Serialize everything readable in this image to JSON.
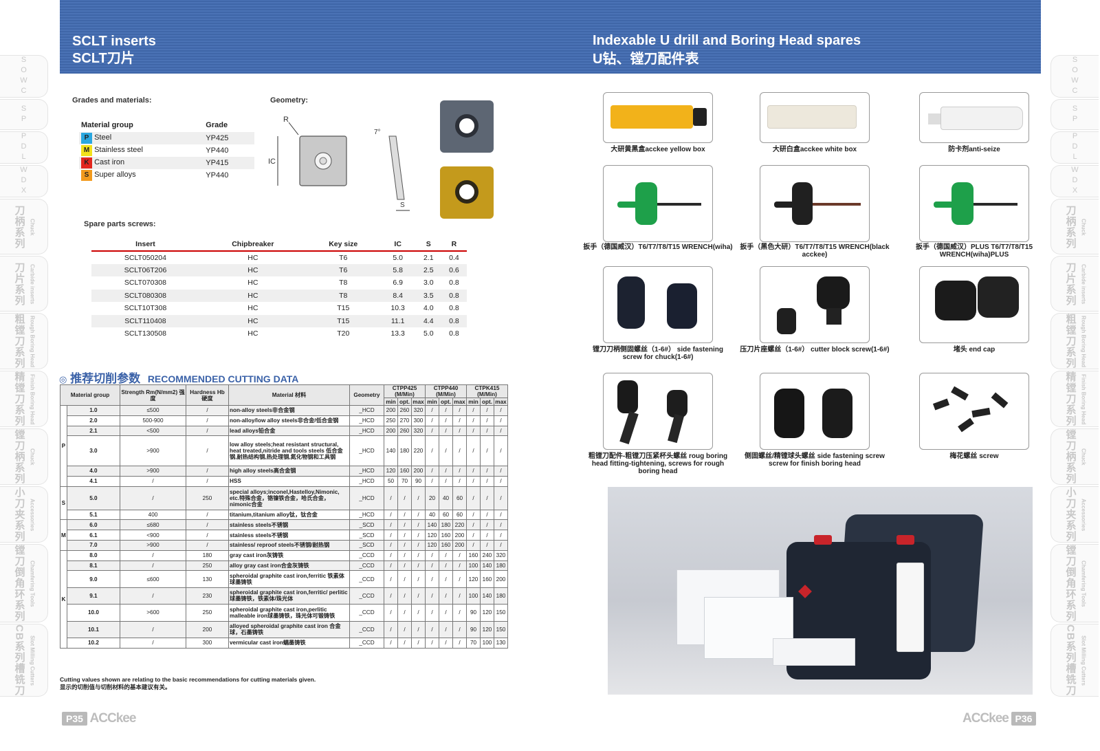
{
  "header": {
    "left_title_en": "SCLT inserts",
    "left_title_zh": "SCLT刀片",
    "right_title_en": "Indexable U drill and Boring Head spares",
    "right_title_zh": "U钻、镗刀配件表"
  },
  "sidetabs": [
    {
      "zh": "",
      "en": "",
      "lat": "SOWC"
    },
    {
      "zh": "",
      "en": "",
      "lat": "SP"
    },
    {
      "zh": "",
      "en": "",
      "lat": "PDL"
    },
    {
      "zh": "",
      "en": "",
      "lat": "WDX"
    },
    {
      "zh": "刀柄系列",
      "en": "Chuck",
      "lat": ""
    },
    {
      "zh": "刀片系列",
      "en": "Carbide inserts",
      "lat": ""
    },
    {
      "zh": "粗镗刀系列",
      "en": "Rough Boring Head",
      "lat": ""
    },
    {
      "zh": "精镗刀系列",
      "en": "Finish Boring Head",
      "lat": ""
    },
    {
      "zh": "镗刀柄系列",
      "en": "Chuck",
      "lat": ""
    },
    {
      "zh": "小刀夹系列",
      "en": "Accessories",
      "lat": ""
    },
    {
      "zh": "镗刀倒角环系列",
      "en": "Chamfering Tools",
      "lat": ""
    },
    {
      "zh": "CB系列槽铣刀",
      "en": "Slot Milling Cutters",
      "lat": ""
    }
  ],
  "grades": {
    "title": "Grades and materials:",
    "col_material": "Material group",
    "col_grade": "Grade",
    "rows": [
      {
        "code": "P",
        "name": "Steel",
        "grade": "YP425",
        "color": "#2aa7e0"
      },
      {
        "code": "M",
        "name": "Stainless steel",
        "grade": "YP440",
        "color": "#f2e11b"
      },
      {
        "code": "K",
        "name": "Cast iron",
        "grade": "YP415",
        "color": "#e2261e"
      },
      {
        "code": "S",
        "name": "Super alloys",
        "grade": "YP440",
        "color": "#f29a1e"
      }
    ]
  },
  "geometry": {
    "title": "Geometry:",
    "r": "R",
    "ic": "IC",
    "angle": "7°",
    "s": "S"
  },
  "screws": {
    "title": "Spare parts screws:",
    "headers": [
      "Insert",
      "Chipbreaker",
      "Key size",
      "IC",
      "S",
      "R"
    ],
    "rows": [
      [
        "SCLT050204",
        "HC",
        "T6",
        "5.0",
        "2.1",
        "0.4"
      ],
      [
        "SCLT06T206",
        "HC",
        "T6",
        "5.8",
        "2.5",
        "0.6"
      ],
      [
        "SCLT070308",
        "HC",
        "T8",
        "6.9",
        "3.0",
        "0.8"
      ],
      [
        "SCLT080308",
        "HC",
        "T8",
        "8.4",
        "3.5",
        "0.8"
      ],
      [
        "SCLT10T308",
        "HC",
        "T15",
        "10.3",
        "4.0",
        "0.8"
      ],
      [
        "SCLT110408",
        "HC",
        "T15",
        "11.1",
        "4.4",
        "0.8"
      ],
      [
        "SCLT130508",
        "HC",
        "T20",
        "13.3",
        "5.0",
        "0.8"
      ]
    ]
  },
  "cutting": {
    "title_zh": "推荐切削参数",
    "title_en": "RECOMMENDED CUTTING DATA",
    "h_group": "Material group",
    "h_strength": "Strength Rm(N/mm2) 强度",
    "h_hardness": "Hardness Hb 硬度",
    "h_material": "Material 材料",
    "h_geometry": "Geometry",
    "h_g1": "CTPP425 (M/Min)",
    "h_g2": "CTPP440 (M/Min)",
    "h_g3": "CTPK415 (M/Min)",
    "h_min": "min",
    "h_opt": "opt.",
    "h_max": "max",
    "groups": [
      {
        "code": "P",
        "rows": [
          {
            "no": "1.0",
            "str": "≤500",
            "hb": "/",
            "mat": "non-alloy steels非合金钢",
            "geo": "_HCD",
            "v": [
              "200",
              "260",
              "320",
              "/",
              "/",
              "/",
              "/",
              "/",
              "/"
            ]
          },
          {
            "no": "2.0",
            "str": "500-900",
            "hb": "/",
            "mat": "non-alloy/low alloy steels非合金/低合金钢",
            "geo": "_HCD",
            "v": [
              "250",
              "270",
              "300",
              "/",
              "/",
              "/",
              "/",
              "/",
              "/"
            ]
          },
          {
            "no": "2.1",
            "str": "<500",
            "hb": "/",
            "mat": "lead alloys铅合金",
            "geo": "_HCD",
            "v": [
              "200",
              "260",
              "320",
              "/",
              "/",
              "/",
              "/",
              "/",
              "/"
            ]
          },
          {
            "no": "3.0",
            "str": ">900",
            "hb": "/",
            "mat": "low alloy steels;heat resistant structural, heat treated,nitride and tools steels 低合金钢,耐热结构钢,热处理钢,氮化物钢和工具钢",
            "geo": "_HCD",
            "v": [
              "140",
              "180",
              "220",
              "/",
              "/",
              "/",
              "/",
              "/",
              "/"
            ]
          },
          {
            "no": "4.0",
            "str": ">900",
            "hb": "/",
            "mat": "high alloy steels高合金钢",
            "geo": "_HCD",
            "v": [
              "120",
              "160",
              "200",
              "/",
              "/",
              "/",
              "/",
              "/",
              "/"
            ]
          },
          {
            "no": "4.1",
            "str": "/",
            "hb": "/",
            "mat": "HSS",
            "geo": "_HCD",
            "v": [
              "50",
              "70",
              "90",
              "/",
              "/",
              "/",
              "/",
              "/",
              "/"
            ]
          }
        ]
      },
      {
        "code": "S",
        "rows": [
          {
            "no": "5.0",
            "str": "/",
            "hb": "250",
            "mat": "special alloys;inconel,Hastelloy,Nimonic, etc.特殊合金，铬镍铁合金，哈氏合金，nimonic合金",
            "geo": "_HCD",
            "v": [
              "/",
              "/",
              "/",
              "20",
              "40",
              "60",
              "/",
              "/",
              "/"
            ]
          },
          {
            "no": "5.1",
            "str": "400",
            "hb": "/",
            "mat": "titanium,titanium alloy钛，钛合金",
            "geo": "_HCD",
            "v": [
              "/",
              "/",
              "/",
              "40",
              "60",
              "60",
              "/",
              "/",
              "/"
            ]
          }
        ]
      },
      {
        "code": "M",
        "rows": [
          {
            "no": "6.0",
            "str": "≤680",
            "hb": "/",
            "mat": "stainless steels不锈钢",
            "geo": "_SCD",
            "v": [
              "/",
              "/",
              "/",
              "140",
              "180",
              "220",
              "/",
              "/",
              "/"
            ]
          },
          {
            "no": "6.1",
            "str": "<900",
            "hb": "/",
            "mat": "stainless steels不锈钢",
            "geo": "_SCD",
            "v": [
              "/",
              "/",
              "/",
              "120",
              "160",
              "200",
              "/",
              "/",
              "/"
            ]
          },
          {
            "no": "7.0",
            "str": ">900",
            "hb": "/",
            "mat": "stainless/ reproof steels不锈钢/耐热钢",
            "geo": "_SCD",
            "v": [
              "/",
              "/",
              "/",
              "120",
              "160",
              "200",
              "/",
              "/",
              "/"
            ]
          }
        ]
      },
      {
        "code": "K",
        "rows": [
          {
            "no": "8.0",
            "str": "/",
            "hb": "180",
            "mat": "gray cast iron灰铸铁",
            "geo": "_CCD",
            "v": [
              "/",
              "/",
              "/",
              "/",
              "/",
              "/",
              "160",
              "240",
              "320"
            ]
          },
          {
            "no": "8.1",
            "str": "/",
            "hb": "250",
            "mat": "alloy gray cast iron合金灰铸铁",
            "geo": "_CCD",
            "v": [
              "/",
              "/",
              "/",
              "/",
              "/",
              "/",
              "100",
              "140",
              "180"
            ]
          },
          {
            "no": "9.0",
            "str": "≤600",
            "hb": "130",
            "mat": "spheroidal graphite cast iron,ferritic 铁素体球墨铸铁",
            "geo": "_CCD",
            "v": [
              "/",
              "/",
              "/",
              "/",
              "/",
              "/",
              "120",
              "160",
              "200"
            ]
          },
          {
            "no": "9.1",
            "str": "/",
            "hb": "230",
            "mat": "spheroidal graphite cast iron,ferritic/ perlitic球墨铸铁，铁素体/珠光体",
            "geo": "_CCD",
            "v": [
              "/",
              "/",
              "/",
              "/",
              "/",
              "/",
              "100",
              "140",
              "180"
            ]
          },
          {
            "no": "10.0",
            "str": ">600",
            "hb": "250",
            "mat": "spheroidal graphite cast iron,perlitic malleable iron球墨铸铁，珠光体可锻铸铁",
            "geo": "_CCD",
            "v": [
              "/",
              "/",
              "/",
              "/",
              "/",
              "/",
              "90",
              "120",
              "150"
            ]
          },
          {
            "no": "10.1",
            "str": "/",
            "hb": "200",
            "mat": "alloyed spheroidal graphite cast iron 合金球，石墨铸铁",
            "geo": "_CCD",
            "v": [
              "/",
              "/",
              "/",
              "/",
              "/",
              "/",
              "90",
              "120",
              "150"
            ]
          },
          {
            "no": "10.2",
            "str": "/",
            "hb": "300",
            "mat": "vermicular cast iron蠕墨铸铁",
            "geo": "_CCD",
            "v": [
              "/",
              "/",
              "/",
              "/",
              "/",
              "/",
              "70",
              "100",
              "130"
            ]
          }
        ]
      }
    ],
    "note_en": "Cutting values shown are relating to the basic recommendations for cutting materials given.",
    "note_zh": "显示的切削值与切削材料的基本建议有关。"
  },
  "spares": [
    {
      "cap": "大研黄黑盒acckee yellow box",
      "kind": "tube-yellow"
    },
    {
      "cap": "大研白盒acckee white box",
      "kind": "tube-white"
    },
    {
      "cap": "防卡剂anti-seize",
      "kind": "tube-paste"
    },
    {
      "cap": "扳手（德国威汉）T6/T7/T8/T15 WRENCH(wiha)",
      "kind": "wrench-green"
    },
    {
      "cap": "扳手（黑色大研）T6/T7/T8/T15 WRENCH(black acckee)",
      "kind": "wrench-black"
    },
    {
      "cap": "扳手（德国威汉）PLUS T6/T7/T8/T15 WRENCH(wiha)PLUS",
      "kind": "wrench-green"
    },
    {
      "cap": "镗刀刀柄侧固螺丝（1-6#） side fastening screw for chuck(1-6#)",
      "kind": "plugs"
    },
    {
      "cap": "压刀片座螺丝（1-6#） cutter block screw(1-6#)",
      "kind": "capscrew"
    },
    {
      "cap": "堵头 end cap",
      "kind": "endcap"
    },
    {
      "cap": "粗镗刀配件-粗镗刀压紧杯头螺丝 roug boring head fitting-tightening, screws for rough boring head",
      "kind": "longscrew"
    },
    {
      "cap": "侧固螺丝/精镗球头螺丝 side fastening screw screw for finish boring head",
      "kind": "plugs2"
    },
    {
      "cap": "梅花螺丝 screw",
      "kind": "torxscrews"
    }
  ],
  "footer": {
    "left_page": "P35",
    "right_page": "P36",
    "brand": "ACCkee"
  }
}
